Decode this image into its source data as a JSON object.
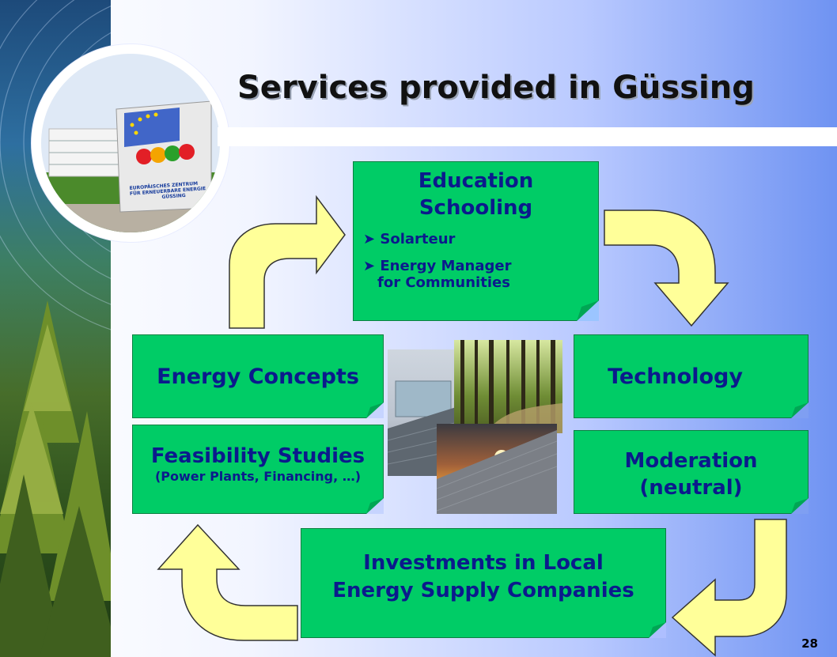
{
  "title": "Services provided in Güssing",
  "building_sign": {
    "line1": "EUROPÄISCHES ZENTRUM",
    "line2": "FÜR ERNEUERBARE ENERGIE",
    "line3": "GÜSSING"
  },
  "boxes": {
    "education": {
      "line1": "Education",
      "line2": "Schooling",
      "bullets": [
        "Solarteur",
        "Energy Manager",
        "for Communities"
      ]
    },
    "energy_concepts": {
      "label": "Energy Concepts"
    },
    "technology": {
      "label": "Technology"
    },
    "feasibility": {
      "line1": "Feasibility Studies",
      "line2": "(Power Plants, Financing, …)"
    },
    "moderation": {
      "line1": "Moderation",
      "line2": "(neutral)"
    },
    "investments": {
      "line1": "Investments in Local",
      "line2": "Energy Supply Companies"
    }
  },
  "page_number": "28",
  "colors": {
    "box": "#00cc66",
    "box_text": "#0b1a8c",
    "arrow": "#ffff99"
  }
}
